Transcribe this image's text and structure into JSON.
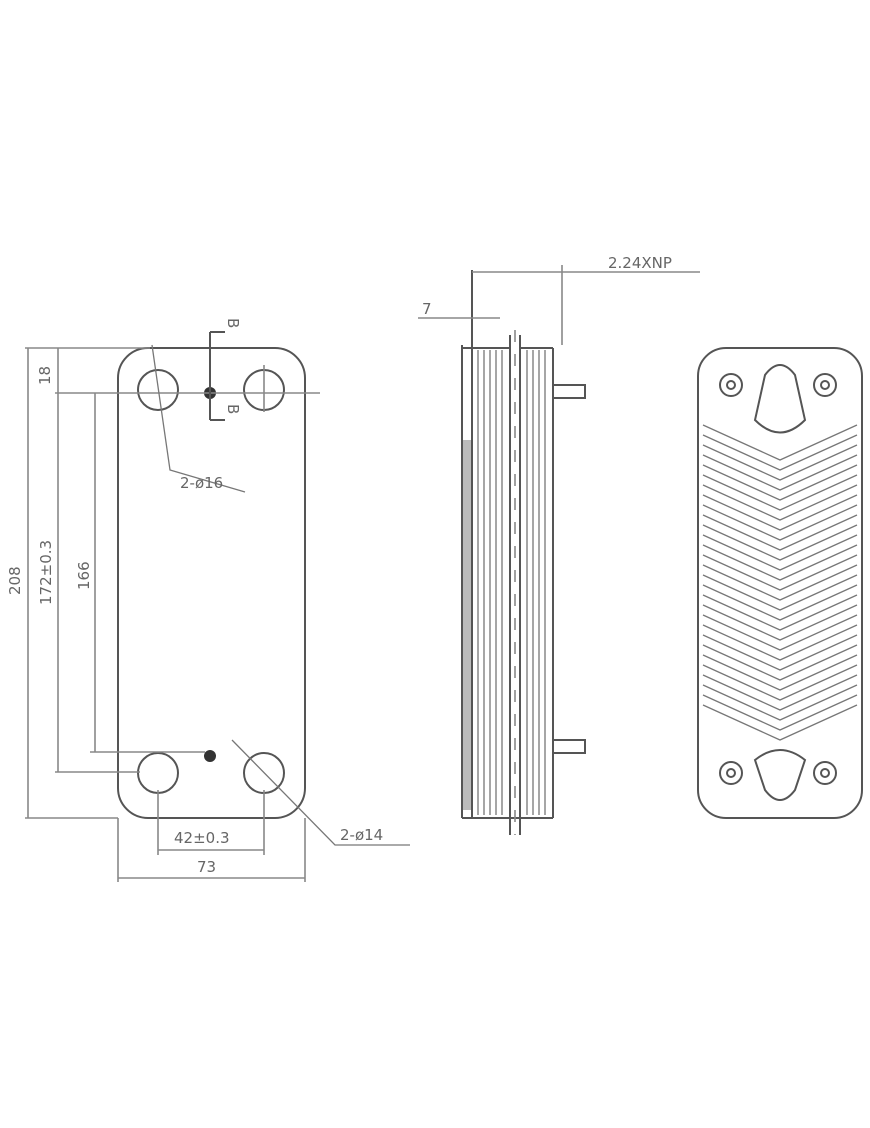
{
  "front_view": {
    "height_total": "208",
    "top_offset": "18",
    "port_spacing_vertical": "172±0.3",
    "inner_spacing": "166",
    "upper_ports": "2-ø16",
    "lower_ports": "2-ø14",
    "port_spacing_horizontal": "42±0.3",
    "width": "73",
    "section_mark": "B"
  },
  "side_view": {
    "thickness_formula": "2.24XNP",
    "end_plate": "7"
  },
  "colors": {
    "line": "#666666",
    "background": "#ffffff"
  }
}
